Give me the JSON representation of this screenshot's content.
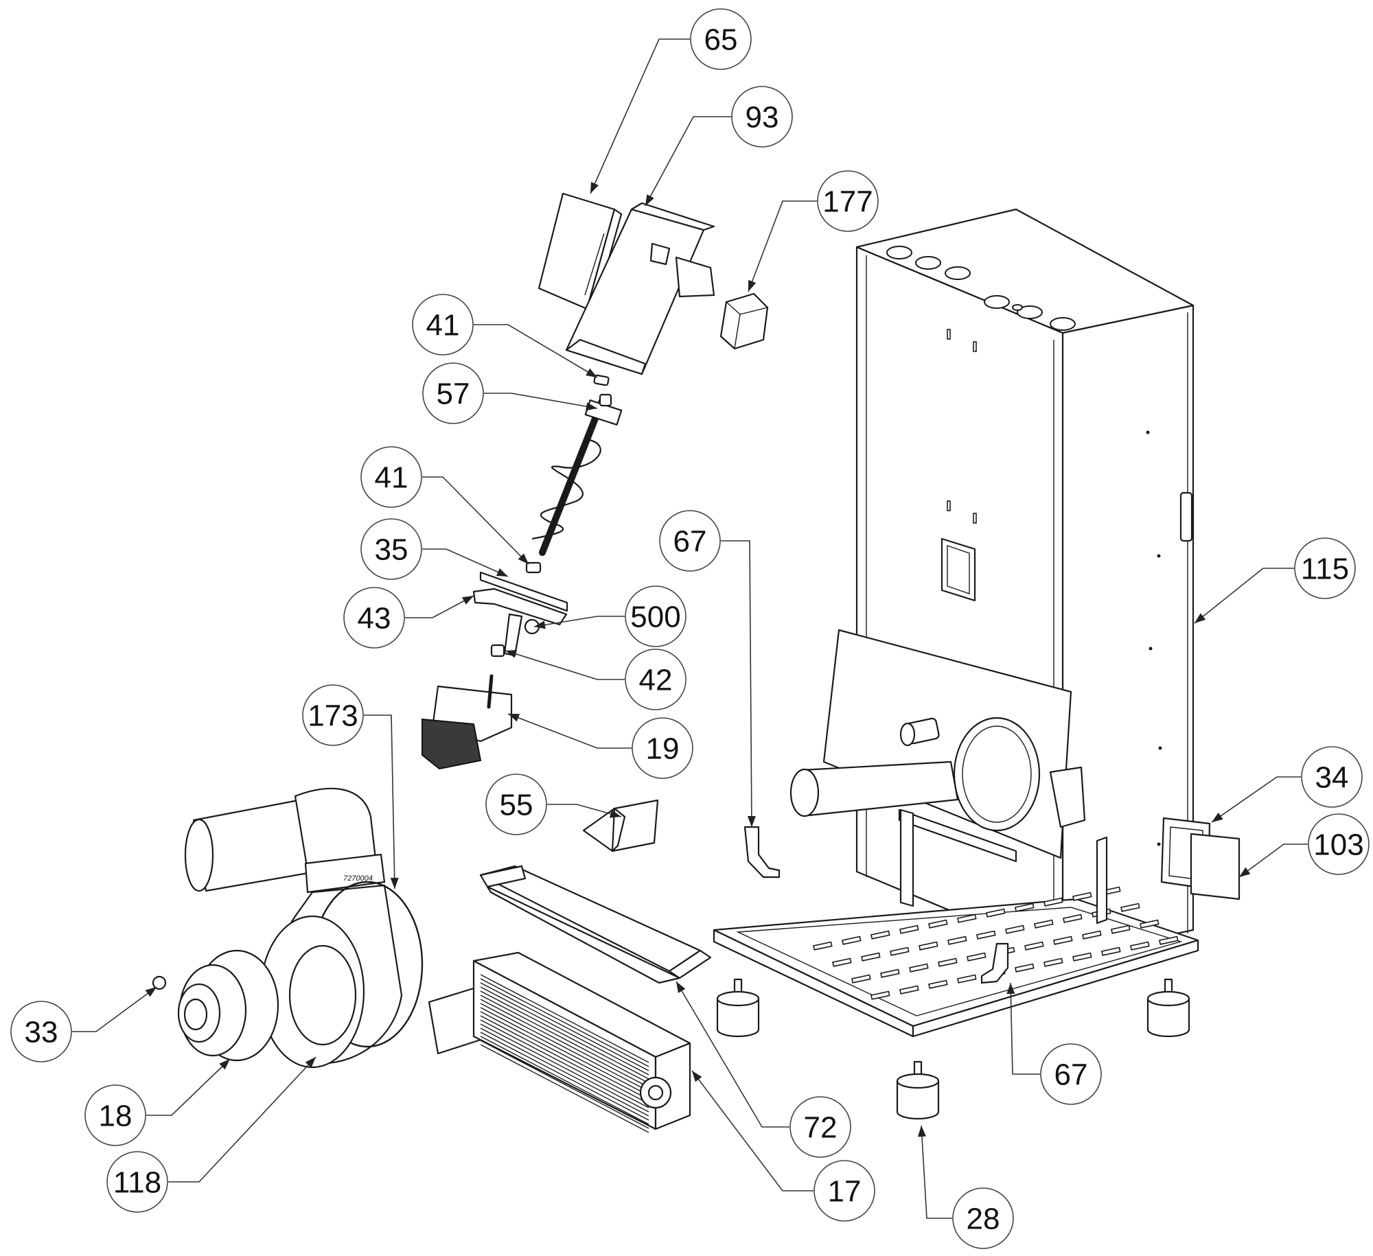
{
  "diagram": {
    "callouts": [
      {
        "id": "c65",
        "label": "65"
      },
      {
        "id": "c93",
        "label": "93"
      },
      {
        "id": "c177",
        "label": "177"
      },
      {
        "id": "c41a",
        "label": "41"
      },
      {
        "id": "c57",
        "label": "57"
      },
      {
        "id": "c41b",
        "label": "41"
      },
      {
        "id": "c35",
        "label": "35"
      },
      {
        "id": "c43",
        "label": "43"
      },
      {
        "id": "c500",
        "label": "500"
      },
      {
        "id": "c42",
        "label": "42"
      },
      {
        "id": "c19",
        "label": "19"
      },
      {
        "id": "c173",
        "label": "173"
      },
      {
        "id": "c55",
        "label": "55"
      },
      {
        "id": "c67a",
        "label": "67"
      },
      {
        "id": "c115",
        "label": "115"
      },
      {
        "id": "c34",
        "label": "34"
      },
      {
        "id": "c103",
        "label": "103"
      },
      {
        "id": "c33",
        "label": "33"
      },
      {
        "id": "c18",
        "label": "18"
      },
      {
        "id": "c118",
        "label": "118"
      },
      {
        "id": "c72",
        "label": "72"
      },
      {
        "id": "c17",
        "label": "17"
      },
      {
        "id": "c67b",
        "label": "67"
      },
      {
        "id": "c28",
        "label": "28"
      }
    ],
    "blower_stamp": "7270004"
  }
}
